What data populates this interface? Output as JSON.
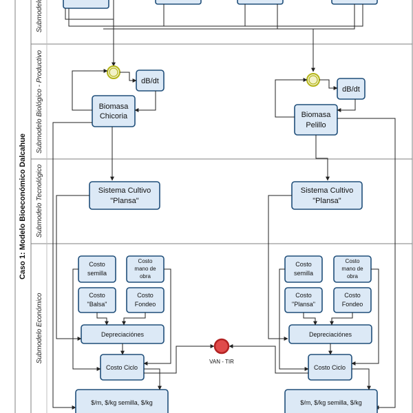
{
  "pool_title": "Caso 1: Modelo Bioeconómico Dalcahue",
  "lanes": {
    "top": "Submodelo",
    "biologico": "Submodelo Biológico - Productivo",
    "tecnologico": "Submodelo Tecnológico",
    "economico": "Submodelo Económico"
  },
  "left": {
    "dbdt": "dB/dt",
    "biomasa": [
      "Biomasa",
      "Chicoria"
    ],
    "sistema": [
      "Sistema Cultivo",
      "\"Plansa\""
    ],
    "costo_semilla": [
      "Costo",
      "semilla"
    ],
    "costo_mano": [
      "Costo",
      "mano de",
      "obra"
    ],
    "costo_balsa": [
      "Costo",
      "\"Balsa\""
    ],
    "costo_fondeo": [
      "Costo",
      "Fondeo"
    ],
    "depreciaciones": "Depreciaciónes",
    "costo_ciclo": "Costo Ciclo",
    "output": "$/m, $/kg semilla, $/kg"
  },
  "right": {
    "dbdt": "dB/dt",
    "biomasa": [
      "Biomasa",
      "Pelillo"
    ],
    "sistema": [
      "Sistema Cultivo",
      "\"Plansa\""
    ],
    "costo_semilla": [
      "Costo",
      "semilla"
    ],
    "costo_mano": [
      "Costo",
      "mano de",
      "obra"
    ],
    "costo_plansa": [
      "Costo",
      "\"Plansa\""
    ],
    "costo_fondeo": [
      "Costo",
      "Fondeo"
    ],
    "depreciaciones": "Depreciaciónes",
    "costo_ciclo": "Costo Ciclo",
    "output": "$/m, $/kg semilla, $/kg"
  },
  "end_event": "VAN - TIR",
  "colors": {
    "task_fill": "#dce9f6",
    "task_stroke": "#1f4e79",
    "gateway_fill": "#f2f2c8",
    "gateway_stroke": "#b4b419",
    "end_fill": "#e04b4b",
    "end_stroke": "#b22222",
    "line": "#222222",
    "lane_border": "#7f7f7f"
  }
}
